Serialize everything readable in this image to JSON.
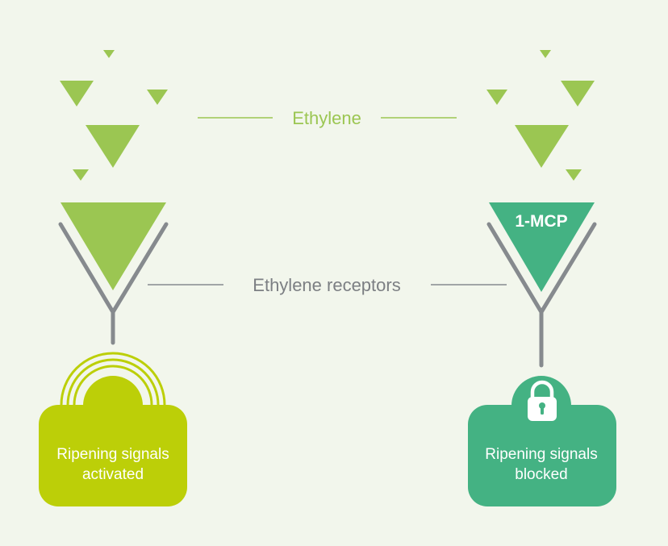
{
  "labels": {
    "ethylene": "Ethylene",
    "receptors": "Ethylene receptors",
    "mcp": "1-MCP"
  },
  "left_panel": {
    "line1": "Ripening signals",
    "line2": "activated"
  },
  "right_panel": {
    "line1": "Ripening signals",
    "line2": "blocked"
  },
  "icons": {
    "left": "signal-waves-icon",
    "right": "padlock-icon"
  },
  "colors": {
    "background": "#f2f6ec",
    "ethylene": "#9bc652",
    "mcp": "#44b283",
    "activated": "#bccf08",
    "blocked": "#44b283",
    "receptor": "#868a8e",
    "text_gray": "#7c7f83"
  }
}
